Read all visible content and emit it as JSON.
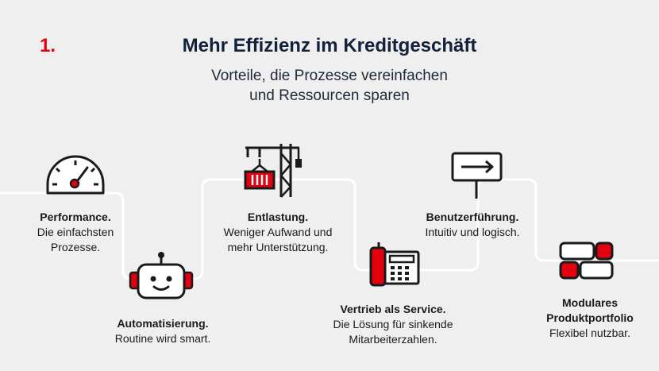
{
  "page": {
    "number": "1.",
    "title": "Mehr Effizienz im Kreditgeschäft",
    "subtitle": [
      "Vorteile, die Prozesse vereinfachen",
      "und Ressourcen sparen"
    ]
  },
  "colors": {
    "background": "#efefef",
    "accent": "#e3000f",
    "line": "#ffffff",
    "text": "#1a1a1a",
    "title": "#14213a"
  },
  "steps": [
    {
      "heading": [
        "Performance."
      ],
      "desc": [
        "Die einfachsten",
        "Prozesse."
      ],
      "icon": "speedometer-icon"
    },
    {
      "heading": [
        "Automatisierung."
      ],
      "desc": [
        "Routine wird smart."
      ],
      "icon": "robot-icon"
    },
    {
      "heading": [
        "Entlastung."
      ],
      "desc": [
        "Weniger Aufwand und",
        "mehr Unterstützung."
      ],
      "icon": "crane-icon"
    },
    {
      "heading": [
        "Vertrieb als Service."
      ],
      "desc": [
        "Die Lösung für sinkende",
        "Mitarbeiterzahlen."
      ],
      "icon": "telephone-icon"
    },
    {
      "heading": [
        "Benutzerführung."
      ],
      "desc": [
        "Intuitiv und logisch."
      ],
      "icon": "signpost-arrow-icon"
    },
    {
      "heading": [
        "Modulares",
        "Produktportfolio"
      ],
      "desc": [
        "Flexibel nutzbar."
      ],
      "icon": "modules-icon"
    }
  ]
}
